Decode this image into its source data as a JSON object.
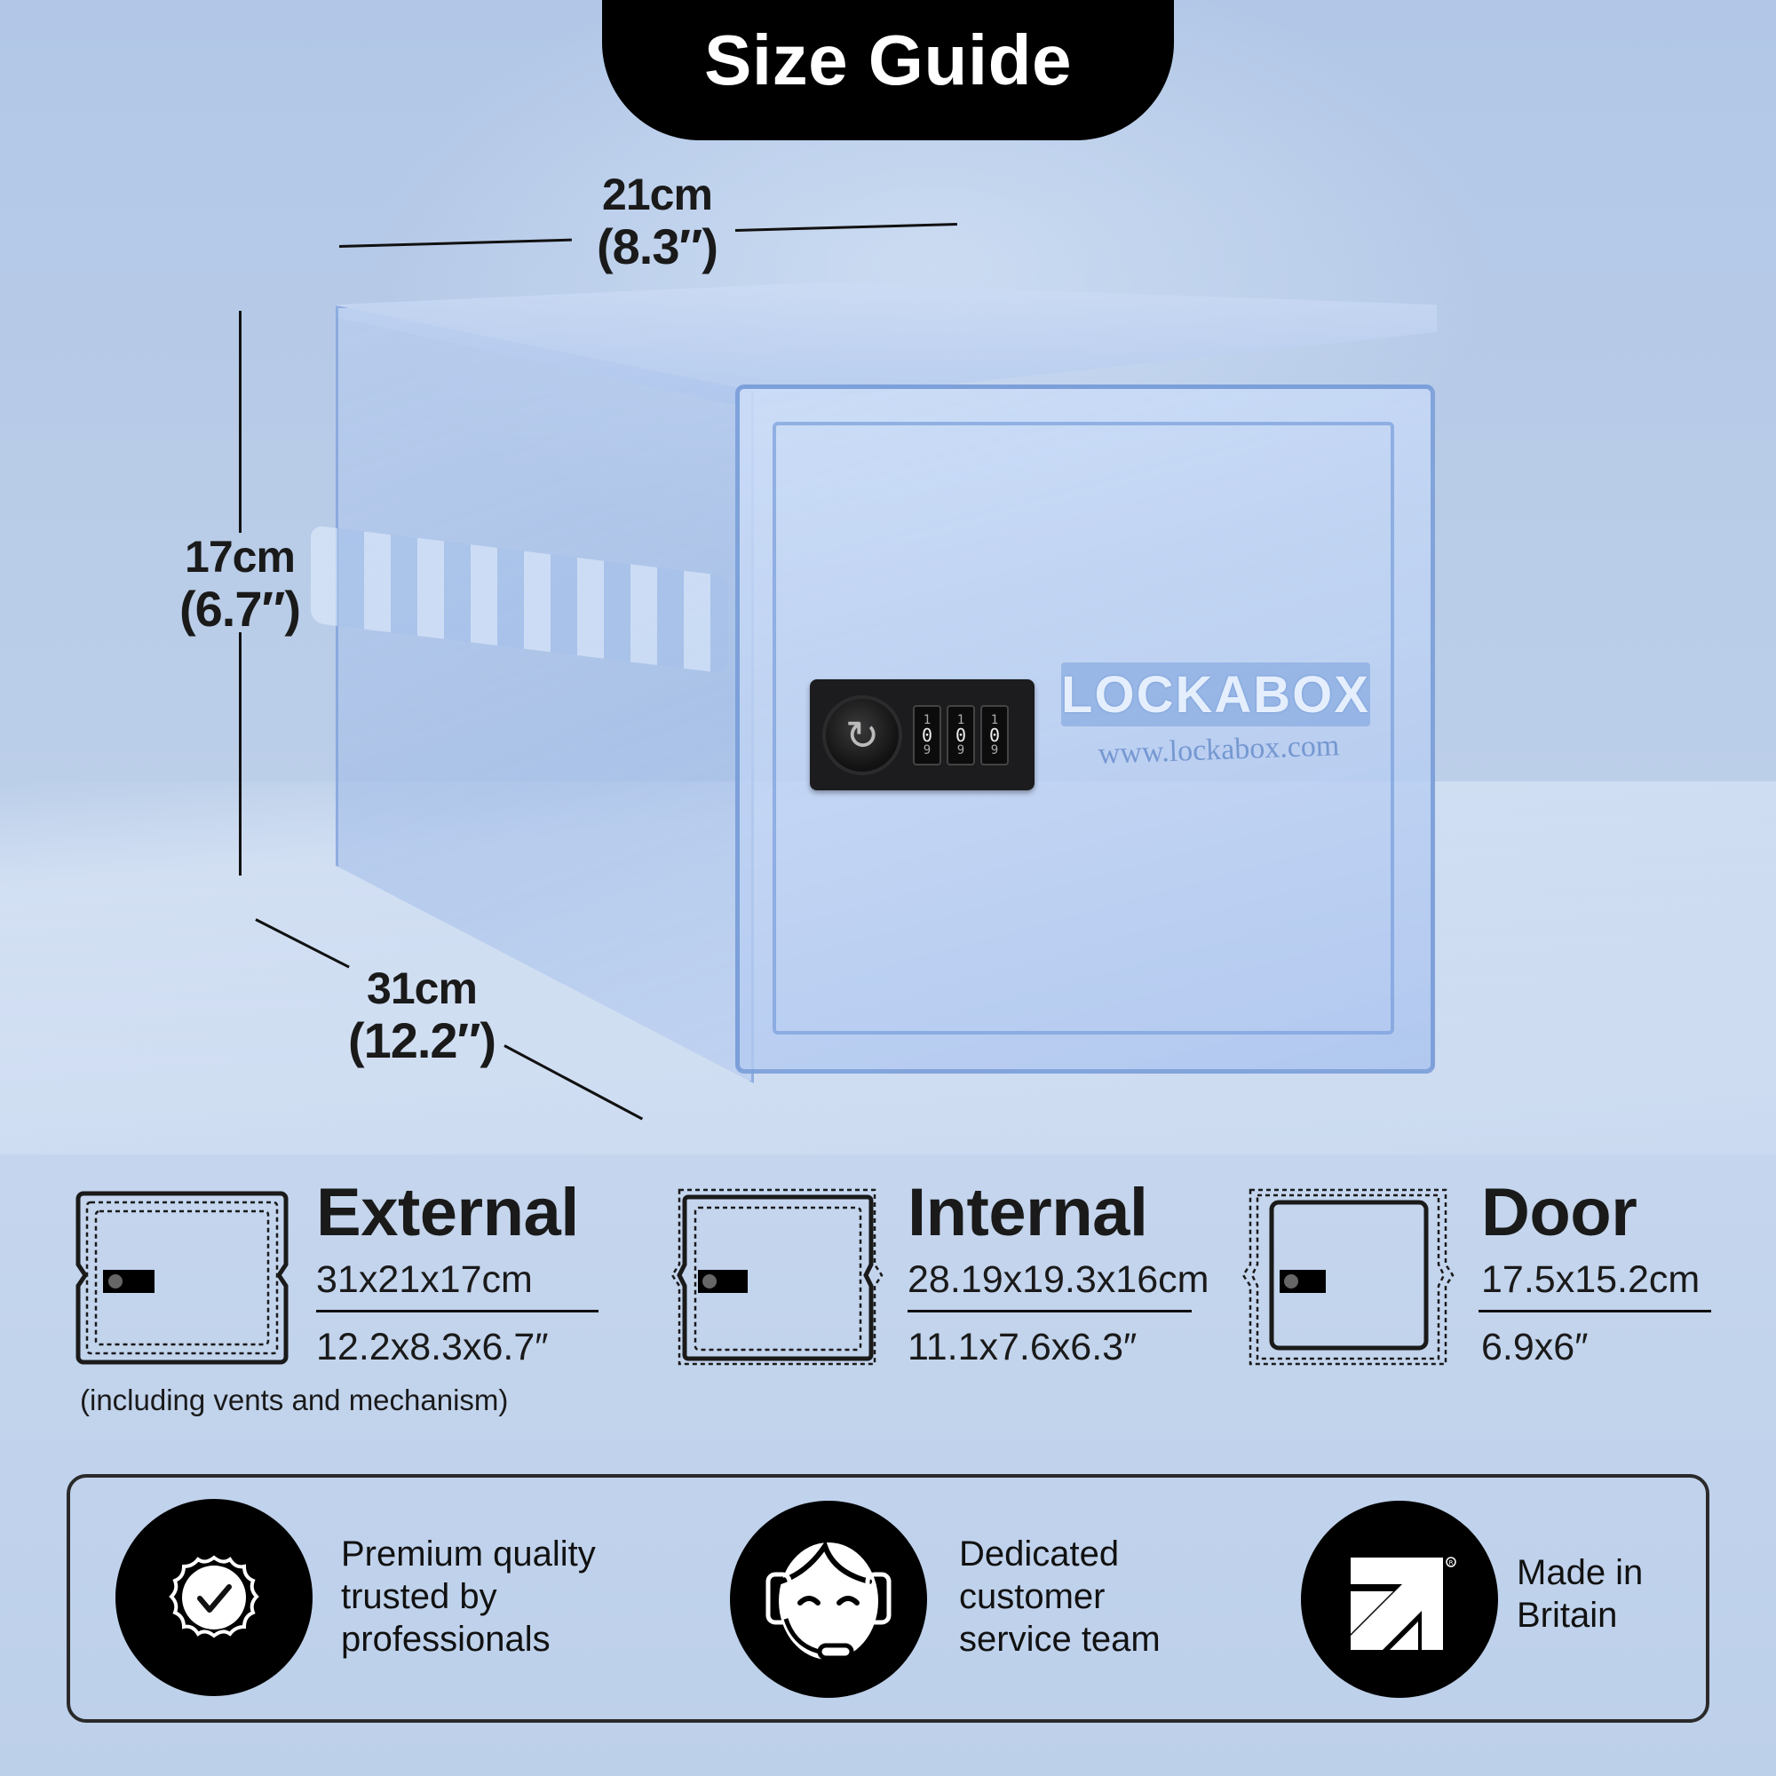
{
  "header": {
    "title": "Size Guide"
  },
  "product": {
    "brand_logo": "LOCKABOX",
    "brand_url": "www.lockabox.com",
    "lock_digits": [
      "0",
      "0",
      "0"
    ]
  },
  "dimensions": {
    "width": {
      "cm": "21cm",
      "inches": "(8.3″)"
    },
    "height": {
      "cm": "17cm",
      "inches": "(6.7″)"
    },
    "depth": {
      "cm": "31cm",
      "inches": "(12.2″)"
    }
  },
  "specs": [
    {
      "title": "External",
      "cm": "31x21x17cm",
      "inches": "12.2x8.3x6.7″",
      "icon": "external-box-outline-icon"
    },
    {
      "title": "Internal",
      "cm": "28.19x19.3x16cm",
      "inches": "11.1x7.6x6.3″",
      "icon": "internal-box-outline-icon"
    },
    {
      "title": "Door",
      "cm": "17.5x15.2cm",
      "inches": "6.9x6″",
      "icon": "door-outline-icon"
    }
  ],
  "specs_note": "(including vents and mechanism)",
  "features": [
    {
      "icon": "quality-badge-check-icon",
      "lines": [
        "Premium quality",
        "trusted by",
        "professionals"
      ]
    },
    {
      "icon": "customer-service-headset-icon",
      "lines": [
        "Dedicated",
        "customer",
        "service team"
      ]
    },
    {
      "icon": "made-in-britain-logo-icon",
      "lines": [
        "Made in",
        "Britain"
      ]
    }
  ],
  "colors": {
    "background": "#b2c7e7",
    "text": "#1a1a1a",
    "pill": "#000000",
    "pill_text": "#ffffff"
  }
}
